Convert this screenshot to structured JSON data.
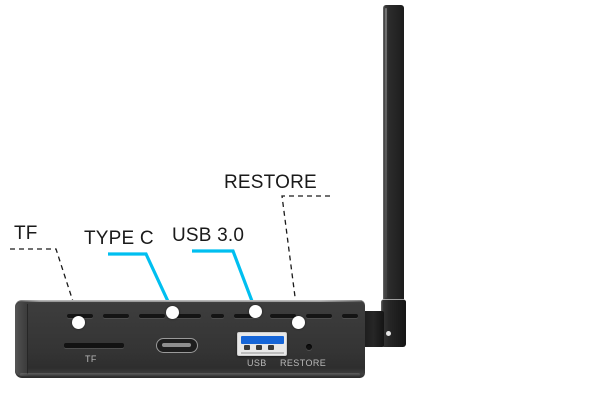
{
  "diagram": {
    "title": "Mini PC rear port panel callout diagram",
    "accent_color": "#00BFF0",
    "label_color": "#1a1a1a",
    "usb3_blue": "#1565d8"
  },
  "callouts": [
    {
      "id": "tf",
      "label": "TF",
      "leader_style": "dashed",
      "leader_color": "#1a1a1a"
    },
    {
      "id": "typec",
      "label": "TYPE C",
      "leader_style": "solid",
      "leader_color": "#00BFF0"
    },
    {
      "id": "usb30",
      "label": "USB 3.0",
      "leader_style": "solid",
      "leader_color": "#00BFF0"
    },
    {
      "id": "restore",
      "label": "RESTORE",
      "leader_style": "dashed",
      "leader_color": "#1a1a1a"
    }
  ],
  "silkscreen": {
    "tf": "TF",
    "usb": "USB",
    "restore": "RESTORE"
  },
  "ports": {
    "tf_slot": "tf-card-slot",
    "usb_c": "usb-type-c-port",
    "usb_a": "usb-3-0-port",
    "restore": "restore-pinhole-button"
  },
  "device": {
    "body": "device-chassis",
    "antenna": "wifi-antenna"
  }
}
